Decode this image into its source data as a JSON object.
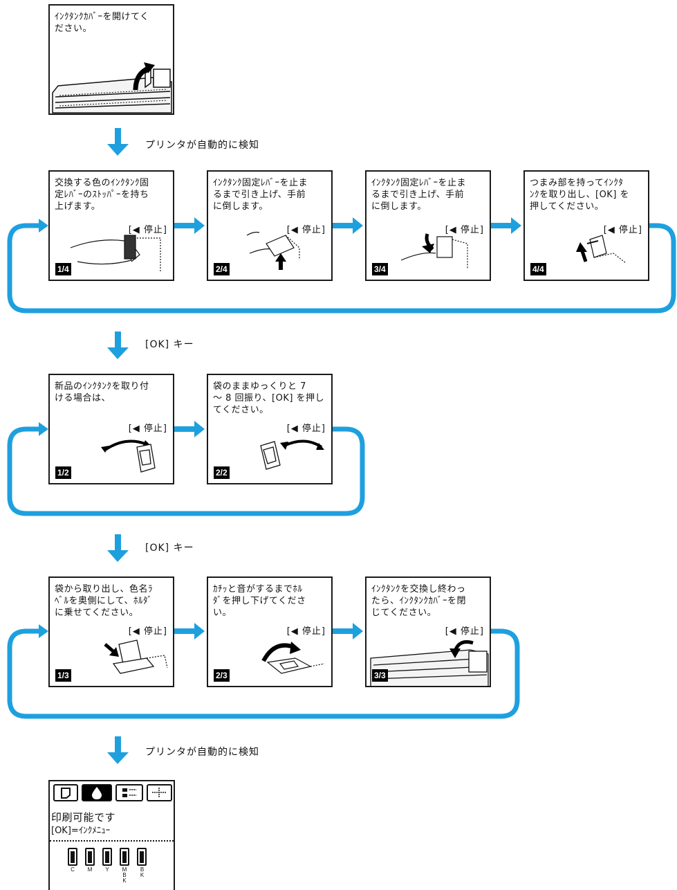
{
  "screen0": {
    "text": "ｲﾝｸﾀﾝｸｶﾊﾞｰを開けてく\nださい。"
  },
  "arrows": {
    "a1": "プリンタが自動的に検知",
    "a2": "[OK] キー",
    "a3": "[OK] キー",
    "a4": "プリンタが自動的に検知"
  },
  "row1": [
    {
      "text": "交換する色のｲﾝｸﾀﾝｸ固\n定ﾚﾊﾞｰのｽﾄｯﾊﾟｰを持ち\n上げます。",
      "stop": "[◀ 停止]",
      "step": "1/4"
    },
    {
      "text": "ｲﾝｸﾀﾝｸ固定ﾚﾊﾞｰを止ま\nるまで引き上げ、手前\nに倒します。",
      "stop": "[◀ 停止]",
      "step": "2/4"
    },
    {
      "text": "ｲﾝｸﾀﾝｸ固定ﾚﾊﾞｰを止ま\nるまで引き上げ、手前\nに倒します。",
      "stop": "[◀ 停止]",
      "step": "3/4"
    },
    {
      "text": "つまみ部を持ってｲﾝｸﾀ\nﾝｸを取り出し、[OK] を\n押してください。",
      "stop": "[◀ 停止]",
      "step": "4/4"
    }
  ],
  "row2": [
    {
      "text": "新品のｲﾝｸﾀﾝｸを取り付\nける場合は、",
      "stop": "[◀ 停止]",
      "step": "1/2"
    },
    {
      "text": "袋のままゆっくりと 7\n～ 8 回振り、[OK] を押し\nてください。",
      "stop": "[◀ 停止]",
      "step": "2/2"
    }
  ],
  "row3": [
    {
      "text": "袋から取り出し、色名ﾗ\nﾍﾞﾙを奥側にして、ﾎﾙﾀﾞ\nに乗せてください。",
      "stop": "[◀ 停止]",
      "step": "1/3"
    },
    {
      "text": "ｶﾁｯと音がするまでﾎﾙ\nﾀﾞを押し下げてくださ\nい。",
      "stop": "[◀ 停止]",
      "step": "2/3"
    },
    {
      "text": "ｲﾝｸﾀﾝｸを交換し終わっ\nたら、ｲﾝｸﾀﾝｸｶﾊﾞｰを閉\nじてください。",
      "stop": "[◀ 停止]",
      "step": "3/3"
    }
  ],
  "final": {
    "line1": "印刷可能です",
    "line2": "[OK]=ｲﾝｸﾒﾆｭｰ",
    "inks": [
      "C",
      "M",
      "Y",
      "MBK",
      "BK"
    ]
  },
  "colors": {
    "arrow": "#1ea0df",
    "panel_border": "#1a1a1a",
    "badge": "#000000"
  }
}
